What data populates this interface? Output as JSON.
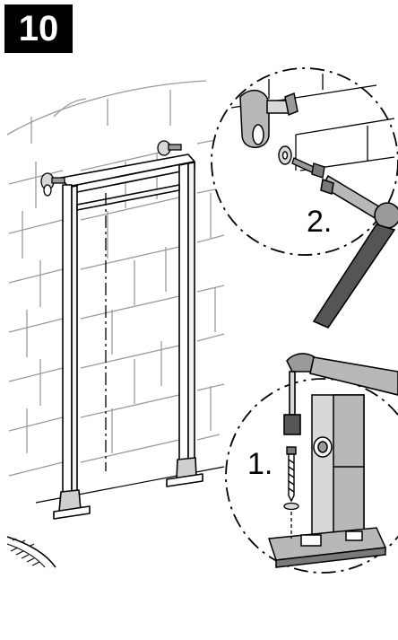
{
  "step": {
    "number": "10"
  },
  "detail_top": {
    "label": "2."
  },
  "detail_bottom": {
    "label": "1."
  },
  "colors": {
    "line": "#000000",
    "metal": "#b8b8b8",
    "metal_dark": "#7a7a7a",
    "handle": "#555555",
    "wall_line": "#9a9a9a",
    "background": "#ffffff"
  },
  "icons": [
    "wrench-icon",
    "bolt-icon",
    "washer-icon",
    "wall-bracket-icon",
    "floor-foot-icon"
  ]
}
